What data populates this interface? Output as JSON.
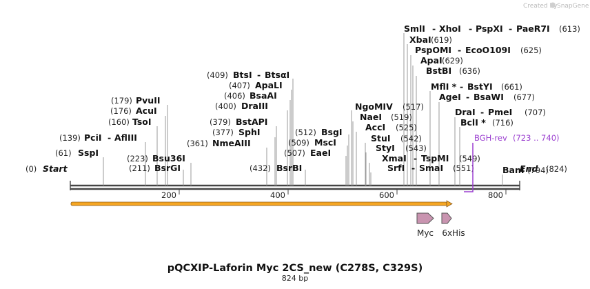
{
  "credit": "Created by",
  "credit_logo": "SnapGene",
  "title": "pQCXIP-Laforin Myc 2CS_new (C278S, C329S)",
  "subtitle": "824 bp",
  "sequence_length": 824,
  "ticks": [
    {
      "value": 200,
      "label": "200"
    },
    {
      "value": 400,
      "label": "400"
    },
    {
      "value": 600,
      "label": "600"
    },
    {
      "value": 800,
      "label": "800"
    }
  ],
  "start": {
    "pos": "(0)",
    "name": "Start"
  },
  "end": {
    "name": "End",
    "pos": "(824)"
  },
  "primer": {
    "name": "BGH-rev",
    "range": "(723 .. 740)",
    "color": "#9b3fd0"
  },
  "orf_color": "#f5a623",
  "feature_color": "#c994b0",
  "features": [
    {
      "name": "Myc"
    },
    {
      "name": "6xHis"
    }
  ],
  "sites_left": [
    {
      "pos": "(61)",
      "names": [
        "SspI"
      ],
      "site": 61
    },
    {
      "pos": "(139)",
      "names": [
        "PciI",
        "AflIII"
      ],
      "site": 139
    },
    {
      "pos": "(160)",
      "names": [
        "TsoI"
      ],
      "site": 160
    },
    {
      "pos": "(176)",
      "names": [
        "AcuI"
      ],
      "site": 176
    },
    {
      "pos": "(179)",
      "names": [
        "PvuII"
      ],
      "site": 179
    },
    {
      "pos": "(211)",
      "names": [
        "BsrGI"
      ],
      "site": 211
    },
    {
      "pos": "(223)",
      "names": [
        "Bsu36I"
      ],
      "site": 223
    },
    {
      "pos": "(361)",
      "names": [
        "NmeAIII"
      ],
      "site": 361
    },
    {
      "pos": "(377)",
      "names": [
        "SphI"
      ],
      "site": 377
    },
    {
      "pos": "(379)",
      "names": [
        "BstAPI"
      ],
      "site": 379
    },
    {
      "pos": "(400)",
      "names": [
        "DraIII"
      ],
      "site": 400
    },
    {
      "pos": "(406)",
      "names": [
        "BsaAI"
      ],
      "site": 406
    },
    {
      "pos": "(407)",
      "names": [
        "ApaLI"
      ],
      "site": 407
    },
    {
      "pos": "(409)",
      "names": [
        "BtsI",
        "BtsαI"
      ],
      "site": 409
    },
    {
      "pos": "(432)",
      "names": [
        "BsrBI"
      ],
      "site": 432
    }
  ],
  "sites_right": [
    {
      "names": [
        "EaeI"
      ],
      "pos": "(507)",
      "site": 507
    },
    {
      "names": [
        "MscI"
      ],
      "pos": "(509)",
      "site": 509
    },
    {
      "names": [
        "BsgI"
      ],
      "pos": "(512)",
      "site": 512
    },
    {
      "names": [
        "NgoMIV"
      ],
      "pos": "(517)",
      "site": 517
    },
    {
      "names": [
        "NaeI"
      ],
      "pos": "(519)",
      "site": 519
    },
    {
      "names": [
        "AccI"
      ],
      "pos": "(525)",
      "site": 525
    },
    {
      "names": [
        "StuI"
      ],
      "pos": "(542)",
      "site": 542
    },
    {
      "names": [
        "StyI"
      ],
      "pos": "(543)",
      "site": 543
    },
    {
      "names": [
        "XmaI",
        "TspMI"
      ],
      "pos": "(549)",
      "site": 549
    },
    {
      "names": [
        "SrfI",
        "SmaI"
      ],
      "pos": "(551)",
      "site": 551
    },
    {
      "names": [
        "SmlI",
        "XhoI",
        "PspXI",
        "PaeR7I"
      ],
      "pos": "(613)",
      "site": 613
    },
    {
      "names": [
        "XbaI"
      ],
      "pos": "(619)",
      "site": 619
    },
    {
      "names": [
        "PspOMI",
        "EcoO109I"
      ],
      "pos": "(625)",
      "site": 625
    },
    {
      "names": [
        "ApaI"
      ],
      "pos": "(629)",
      "site": 629
    },
    {
      "names": [
        "BstBI"
      ],
      "pos": "(636)",
      "site": 636
    },
    {
      "names": [
        "MflI *",
        "BstYI"
      ],
      "pos": "(661)",
      "site": 661
    },
    {
      "names": [
        "AgeI",
        "BsaWI"
      ],
      "pos": "(677)",
      "site": 677
    },
    {
      "names": [
        "DraI",
        "PmeI"
      ],
      "pos": "(707)",
      "site": 707
    },
    {
      "names": [
        "BclI *"
      ],
      "pos": "(716)",
      "site": 716
    },
    {
      "names": [
        "BanI"
      ],
      "pos": "(794)",
      "site": 794
    }
  ]
}
